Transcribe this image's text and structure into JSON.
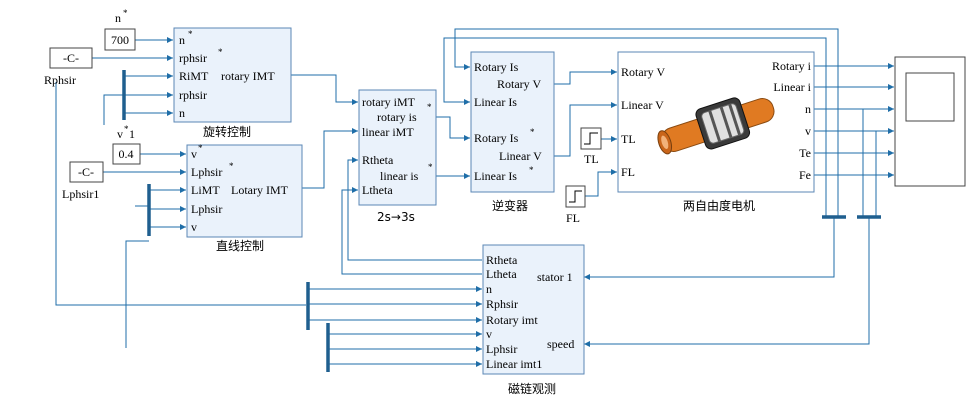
{
  "colors": {
    "wire": "#1f6ea8",
    "block_fill": "#eaf2fb",
    "block_border": "#5b87b6",
    "bus": "#1f5f8f",
    "motor_orange": "#e07a22"
  },
  "const_n": {
    "label": "n",
    "sup": "*",
    "value": "700"
  },
  "const_v": {
    "label": "v",
    "sup": "*",
    "suffix": "1",
    "value": "0.4"
  },
  "rphsir_block": {
    "value": "-C-",
    "caption": "Rphsir"
  },
  "lphsir_block": {
    "value": "-C-",
    "caption": "Lphsir1"
  },
  "rotary_ctrl": {
    "caption": "旋转控制",
    "in_n": "n",
    "in_rphsir": "rphsir",
    "in_rimt": "RiMT",
    "in_rphsir2": "rphsir",
    "in_n2": "n",
    "star": "*",
    "out": "rotary IMT"
  },
  "linear_ctrl": {
    "caption": "直线控制",
    "in_v": "v",
    "in_lphsir": "Lphsir",
    "in_limt": "LiMT",
    "in_lphsir2": "Lphsir",
    "in_v2": "v",
    "star": "*",
    "out": "Lotary IMT"
  },
  "transform": {
    "caption": "2s→3s",
    "in_rotary": "rotary iMT",
    "in_linear": "linear iMT",
    "in_rtheta": "Rtheta",
    "in_ltheta": "Ltheta",
    "out_rotary": "rotary is",
    "out_linear": "linear is",
    "star": "*"
  },
  "inverter": {
    "caption": "逆变器",
    "in_rotary": "Rotary Is",
    "in_linear": "Linear Is",
    "in_rotary2": "Rotary Is",
    "in_linear2": "Linear Is",
    "out_rotary": "Rotary V",
    "out_linear": "Linear V",
    "star": "*"
  },
  "tl_block": {
    "caption": "TL"
  },
  "fl_block": {
    "caption": "FL"
  },
  "motor": {
    "caption": "两自由度电机",
    "in_rotary_v": "Rotary V",
    "in_linear_v": "Linear V",
    "in_tl": "TL",
    "in_fl": "FL",
    "out_rotary_i": "Rotary i",
    "out_linear_i": "Linear i",
    "out_n": "n",
    "out_v": "v",
    "out_te": "Te",
    "out_fe": "Fe"
  },
  "observer": {
    "caption": "磁链观测",
    "in_rtheta": "Rtheta",
    "in_ltheta": "Ltheta",
    "in_n": "n",
    "in_rphsir": "Rphsir",
    "in_rotary_imt": "Rotary imt",
    "in_v": "v",
    "in_lphsir": "Lphsir",
    "in_linear_imt1": "Linear imt1",
    "out_stator": "stator 1",
    "out_speed": "speed"
  }
}
